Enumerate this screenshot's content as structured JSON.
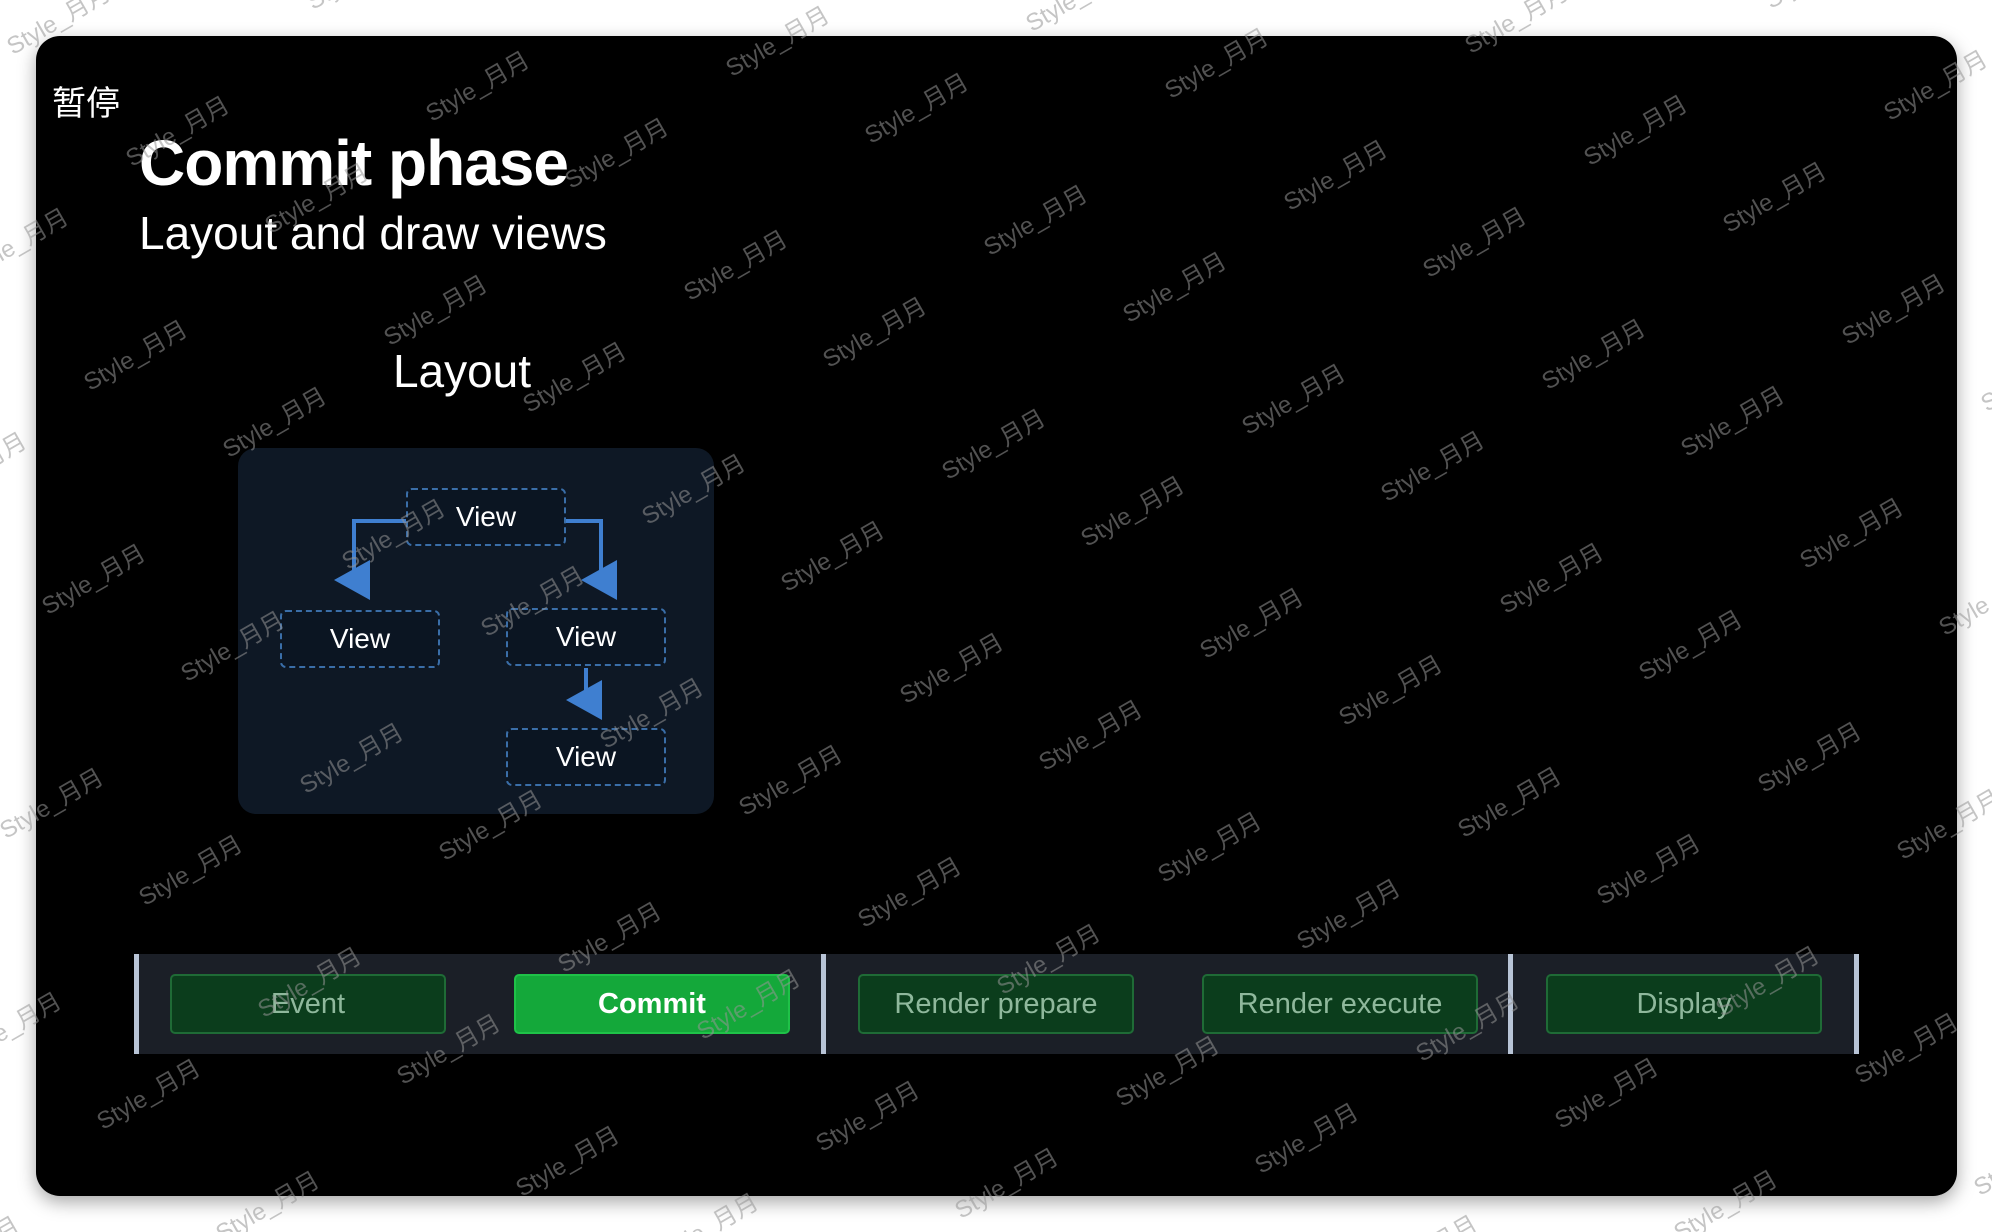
{
  "player": {
    "pause_label": "暂停"
  },
  "slide": {
    "title": "Commit phase",
    "subtitle": "Layout and draw views"
  },
  "diagram": {
    "heading": "Layout",
    "nodes": {
      "root": "View",
      "left_child": "View",
      "right_child": "View",
      "grandchild": "View"
    },
    "arrow_color": "#3f7fd0"
  },
  "pipeline": {
    "phases": [
      {
        "label": "Event",
        "active": false
      },
      {
        "label": "Commit",
        "active": true
      },
      {
        "label": "Render prepare",
        "active": false
      },
      {
        "label": "Render execute",
        "active": false
      },
      {
        "label": "Display",
        "active": false
      }
    ],
    "active_color": "#14a83a",
    "inactive_color": "#0b3d1c"
  },
  "watermark": {
    "text": "Style_月月"
  }
}
